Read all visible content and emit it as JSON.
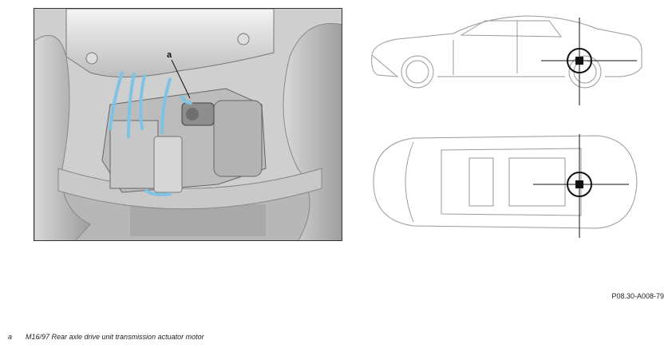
{
  "callout": {
    "letter": "a"
  },
  "reference_code": "P08.30-A008-79",
  "legend": [
    {
      "key": "a",
      "text": "M16/97 Rear axle drive unit transmission actuator motor"
    }
  ],
  "colors": {
    "cable_blue": "#7ec3e6",
    "frame": "#333333",
    "line_art": "#9a9a9a",
    "target": "#111111"
  },
  "icons": {
    "position_marker": "crosshair-target-icon"
  }
}
